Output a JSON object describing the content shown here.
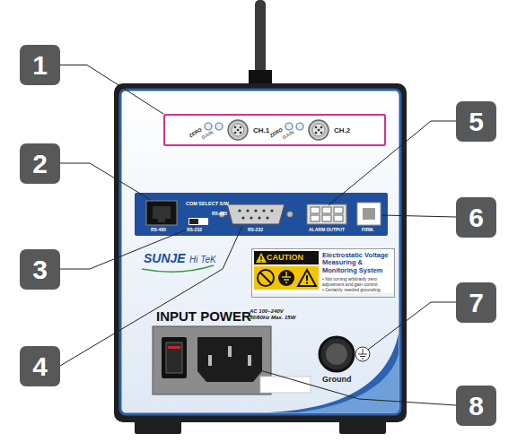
{
  "diagram": {
    "nodes": [
      {
        "text": [
          "1"
        ]
      },
      {
        "text": [
          "ZERO",
          "GAIN",
          "CH.1",
          "ZERO",
          "GAIN",
          "CH.2"
        ]
      },
      {
        "text": [
          "5"
        ]
      },
      {
        "text": [
          "2"
        ]
      },
      {
        "text": [
          "6"
        ]
      },
      {
        "text": [
          "3"
        ]
      },
      {
        "text": [
          "CAUTION",
          "Electrostatic Voltage Measuring & Monitoring System",
          "• Not turning arbitrarily zero adjustment and gain control.",
          "• Certainly needed grounding."
        ]
      },
      {
        "text": [
          "4"
        ]
      },
      {
        "text": [
          "7"
        ]
      },
      {
        "text": [
          "8"
        ]
      }
    ],
    "edges": [
      {
        "from": 0,
        "to": 1,
        "arrow": "none"
      }
    ],
    "labels": [
      "COM SELECT S/W",
      "RS-485",
      "RS-232",
      "RS-485",
      "RS-232",
      "ALARM OUTPUT",
      "FIRM.",
      "SUNJE",
      "Hi TeK",
      "INPUT POWER",
      "AC 100~240V 50/60Hz Max. 15W",
      "Ground"
    ]
  }
}
